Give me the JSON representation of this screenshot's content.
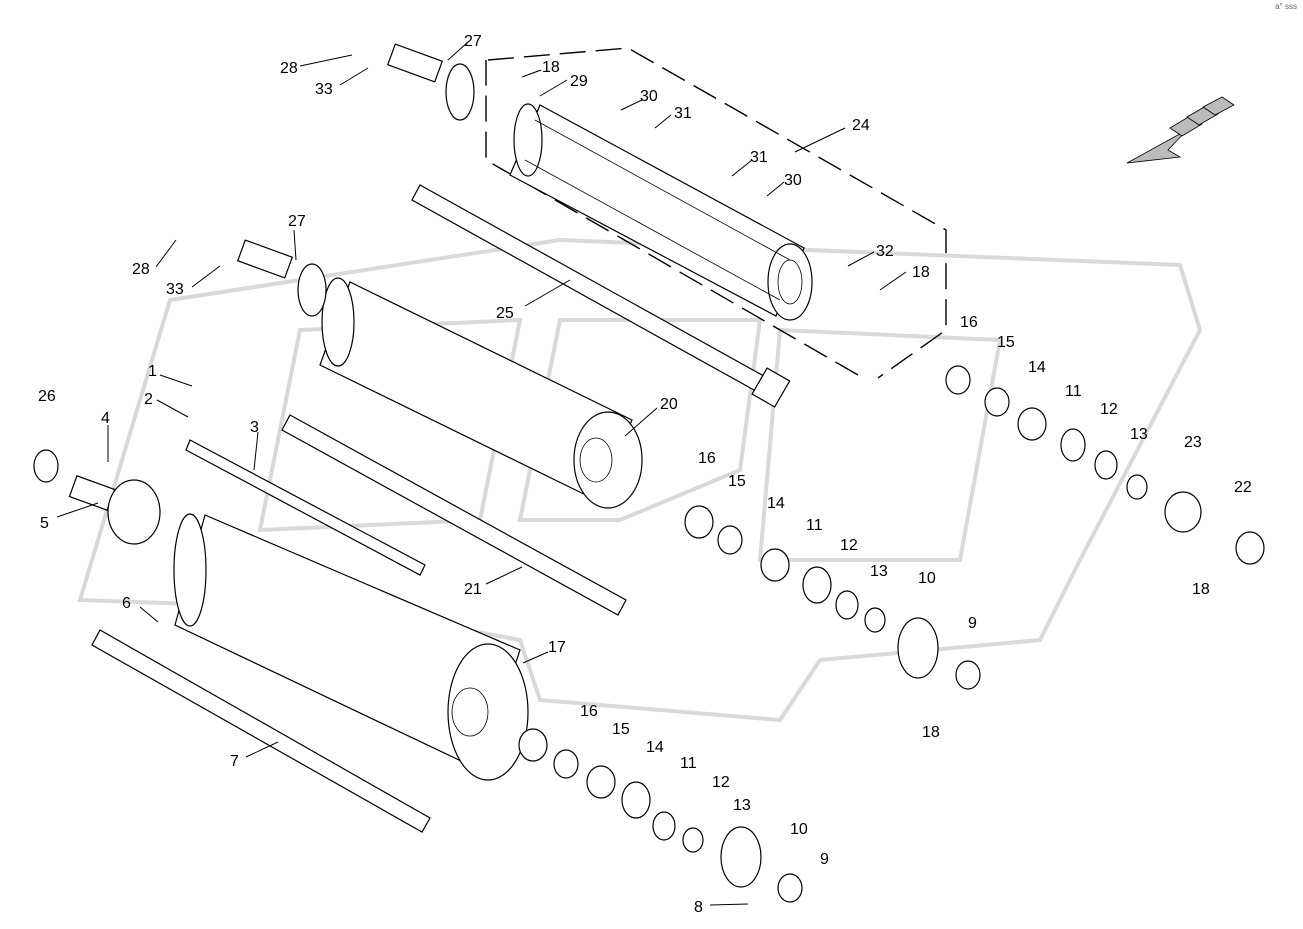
{
  "corner_mark": "a° sss",
  "labels": {
    "l28a": "28",
    "l33a": "33",
    "l27a": "27",
    "l18a": "18",
    "l29": "29",
    "l30a": "30",
    "l31a": "31",
    "l24": "24",
    "l31b": "31",
    "l30b": "30",
    "l32": "32",
    "l18b": "18",
    "l27b": "27",
    "l28b": "28",
    "l33b": "33",
    "l25": "25",
    "l1": "1",
    "l2": "2",
    "l26": "26",
    "l4": "4",
    "l3": "3",
    "l20": "20",
    "l5": "5",
    "l16a": "16",
    "l15a": "15",
    "l14a": "14",
    "l11a": "11",
    "l12a": "12",
    "l13a": "13",
    "l23": "23",
    "l22": "22",
    "l18c": "18",
    "l16b": "16",
    "l15b": "15",
    "l14b": "14",
    "l11b": "11",
    "l12b": "12",
    "l13b": "13",
    "l10a": "10",
    "l9a": "9",
    "l18d": "18",
    "l21": "21",
    "l6": "6",
    "l17": "17",
    "l16c": "16",
    "l15c": "15",
    "l14c": "14",
    "l11c": "11",
    "l12c": "12",
    "l13c": "13",
    "l10b": "10",
    "l9b": "9",
    "l7": "7",
    "l8": "8"
  },
  "icons": {
    "direction_arrow": "direction-arrow-icon",
    "watermark": "gear-watermark"
  },
  "colors": {
    "line": "#000000",
    "watermark": "#d9d9d9",
    "background": "#ffffff"
  }
}
